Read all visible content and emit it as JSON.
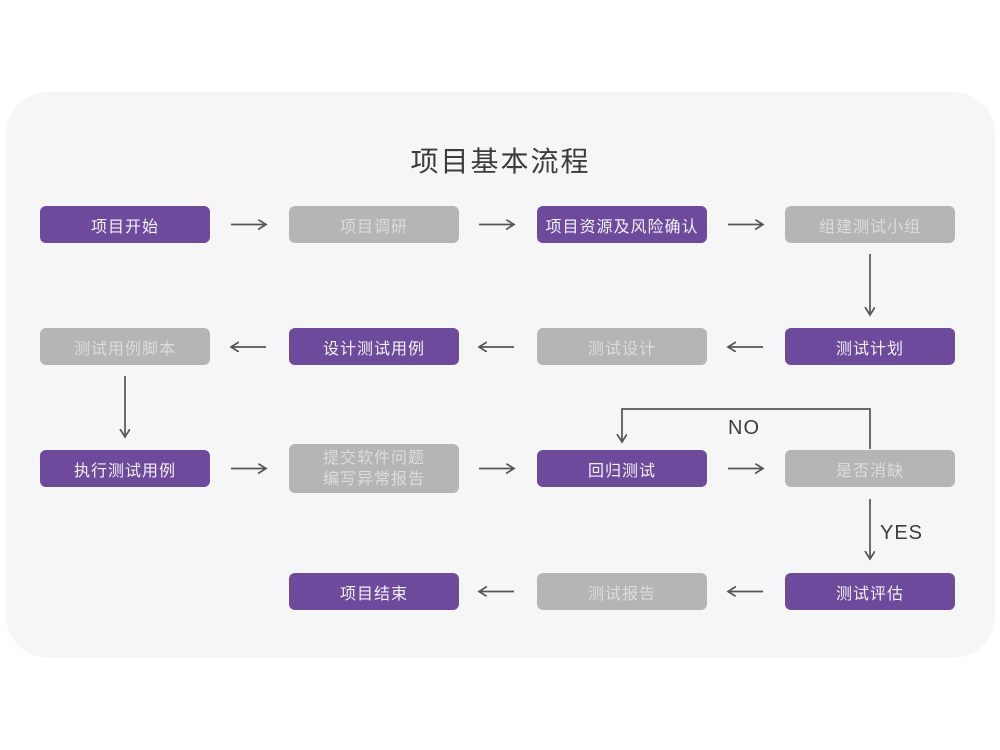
{
  "title": "项目基本流程",
  "colors": {
    "accent_purple": "#6d4a9c",
    "node_gray": "#b5b5b5",
    "purple_node_text": "#f4f0f9",
    "gray_node_text": "#dcdcdc",
    "arrow": "#555555",
    "card_background": "#f6f6f6",
    "page_background": "#ffffff",
    "title_color": "#3c3c3c"
  },
  "flowchart": {
    "nodes": [
      {
        "id": "project-start",
        "label": "项目开始",
        "variant": "purple",
        "row": 1,
        "col": 1
      },
      {
        "id": "project-research",
        "label": "项目调研",
        "variant": "gray",
        "row": 1,
        "col": 2
      },
      {
        "id": "resource-risk-confirm",
        "label": "项目资源及风险确认",
        "variant": "purple",
        "row": 1,
        "col": 3
      },
      {
        "id": "form-test-team",
        "label": "组建测试小组",
        "variant": "gray",
        "row": 1,
        "col": 4
      },
      {
        "id": "test-plan",
        "label": "测试计划",
        "variant": "purple",
        "row": 2,
        "col": 4
      },
      {
        "id": "test-design",
        "label": "测试设计",
        "variant": "gray",
        "row": 2,
        "col": 3
      },
      {
        "id": "design-test-cases",
        "label": "设计测试用例",
        "variant": "purple",
        "row": 2,
        "col": 2
      },
      {
        "id": "test-case-scripts",
        "label": "测试用例脚本",
        "variant": "gray",
        "row": 2,
        "col": 1
      },
      {
        "id": "execute-test-cases",
        "label": "执行测试用例",
        "variant": "purple",
        "row": 3,
        "col": 1
      },
      {
        "id": "submit-issue-report",
        "label": "提交软件问题\n编写异常报告",
        "variant": "gray",
        "row": 3,
        "col": 2
      },
      {
        "id": "regression-test",
        "label": "回归测试",
        "variant": "purple",
        "row": 3,
        "col": 3
      },
      {
        "id": "defect-cleared",
        "label": "是否消缺",
        "variant": "gray",
        "row": 3,
        "col": 4
      },
      {
        "id": "test-evaluation",
        "label": "测试评估",
        "variant": "purple",
        "row": 4,
        "col": 4
      },
      {
        "id": "test-report",
        "label": "测试报告",
        "variant": "gray",
        "row": 4,
        "col": 3
      },
      {
        "id": "project-end",
        "label": "项目结束",
        "variant": "purple",
        "row": 4,
        "col": 2
      }
    ],
    "edge_labels": {
      "no": "NO",
      "yes": "YES"
    }
  }
}
